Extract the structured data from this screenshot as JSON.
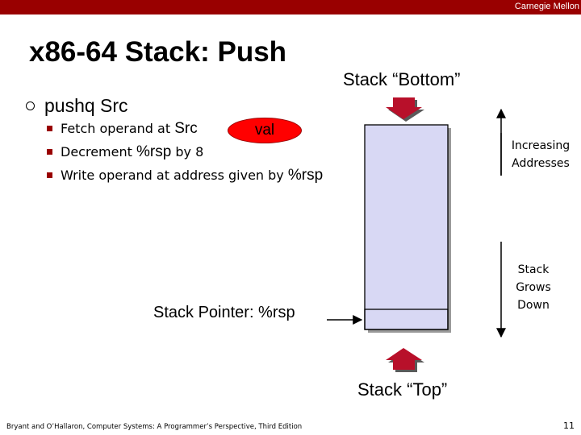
{
  "header": {
    "brand": "Carnegie Mellon"
  },
  "slide": {
    "title": "x86-64 Stack: Push",
    "bullet": "pushq Src",
    "subbullets": [
      {
        "text": "Fetch operand at ",
        "code": "Src"
      },
      {
        "text": "Decrement ",
        "code": "%rsp",
        "suffix": " by 8"
      },
      {
        "text": "Write operand at address given by ",
        "code": "%rsp"
      }
    ]
  },
  "diagram": {
    "val_label": "val",
    "stack_bottom": "Stack “Bottom”",
    "stack_top": "Stack “Top”",
    "stack_pointer": "Stack Pointer: %rsp",
    "increasing_addresses": [
      "Increasing",
      "Addresses"
    ],
    "stack_grows_down": [
      "Stack",
      "Grows",
      "Down"
    ],
    "stack_fill_color": "#d8d8f4",
    "arrow_color": "#b8102a"
  },
  "footer": {
    "citation": "Bryant and O’Hallaron, Computer Systems: A Programmer’s Perspective, Third Edition",
    "page": "11"
  }
}
